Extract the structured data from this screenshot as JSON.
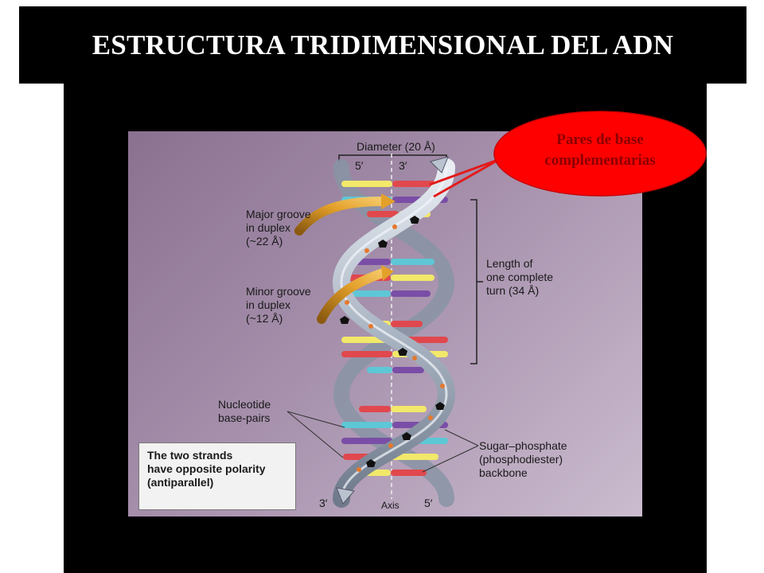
{
  "slide": {
    "title": "ESTRUCTURA TRIDIMENSIONAL DEL ADN"
  },
  "figure": {
    "diameter_label": "Diameter (20 Å)",
    "top_left_end": "5′",
    "top_right_end": "3′",
    "bottom_left_end": "3′",
    "bottom_right_end": "5′",
    "axis_label": "Axis",
    "major_groove": "Major groove\nin duplex\n(~22 Å)",
    "minor_groove": "Minor groove\nin duplex\n(~12 Å)",
    "turn_length": "Length of\none complete\nturn (34 Å)",
    "nucleotide_pairs": "Nucleotide\nbase-pairs",
    "backbone": "Sugar–phosphate\n(phosphodiester)\nbackbone",
    "note": "The two strands\nhave opposite polarity\n(antiparallel)"
  },
  "callout": {
    "text": "Pares de base\ncomplementarias",
    "fill_color": "#ff0000",
    "text_color": "#8b0000"
  },
  "colors": {
    "background": "#000000",
    "figure_background": "#a58fab",
    "backbone": "#b9c3cf",
    "groove_arrow": "#d9961e",
    "base_yellow": "#f2e86a",
    "base_red": "#e0484e",
    "base_cyan": "#5ec7d6",
    "base_purple": "#7a4ea6"
  }
}
